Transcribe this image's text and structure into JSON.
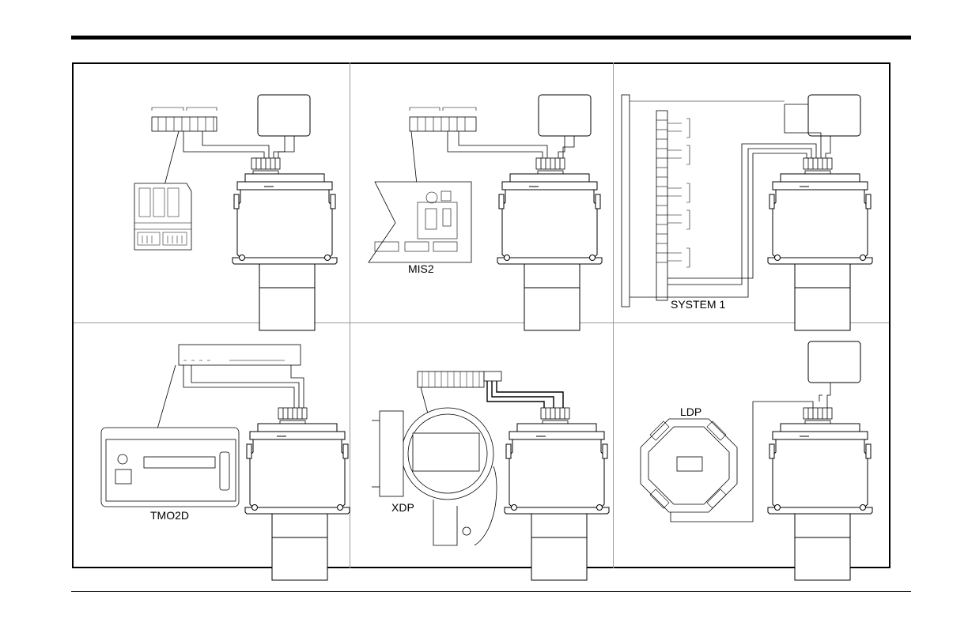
{
  "panels": [
    {
      "id": "unlabeled",
      "label": ""
    },
    {
      "id": "mis2",
      "label": "MIS2"
    },
    {
      "id": "system1",
      "label": "SYSTEM 1"
    },
    {
      "id": "tmo2d",
      "label": "TMO2D"
    },
    {
      "id": "xdp",
      "label": "XDP"
    },
    {
      "id": "ldp",
      "label": "LDP"
    }
  ],
  "colors": {
    "line": "#000000",
    "frame": "#000000",
    "divider": "#9a9a9a"
  }
}
